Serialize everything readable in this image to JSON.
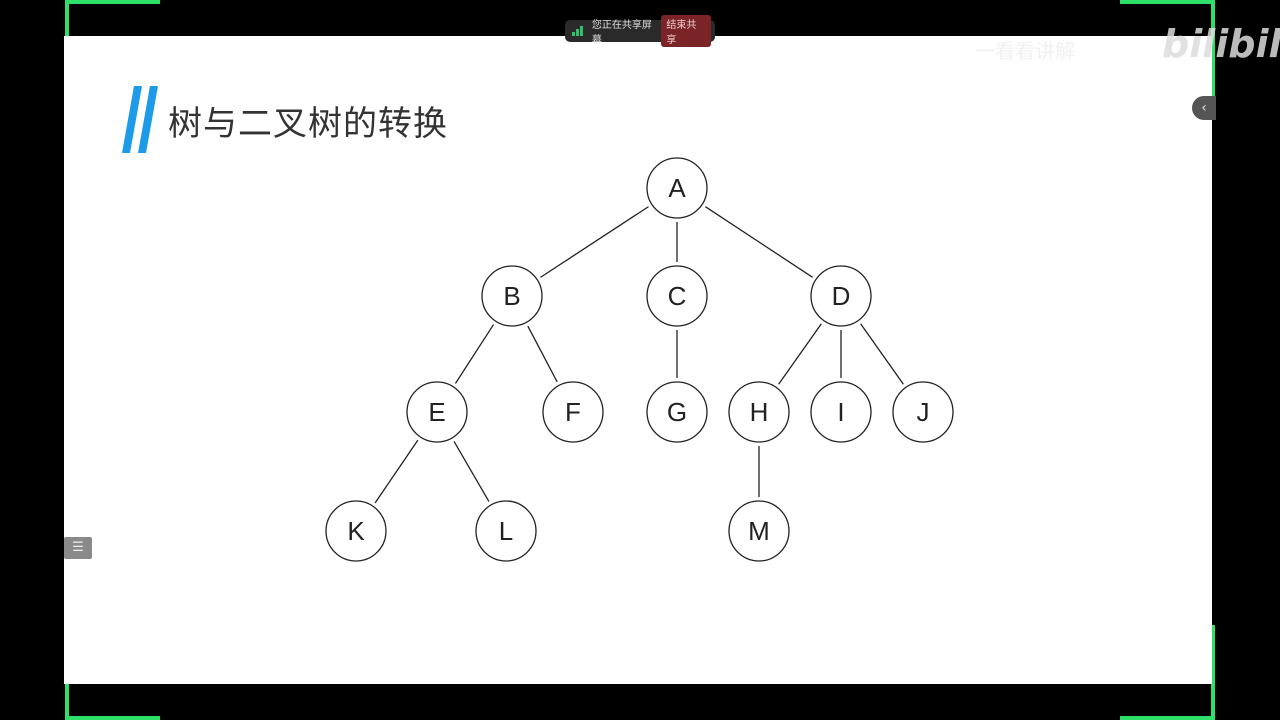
{
  "share_bar": {
    "status": "您正在共享屏幕",
    "stop_label": "结束共享",
    "accent": "#2ec36b"
  },
  "watermark": {
    "text": "一看看讲解",
    "logo": "bilibili"
  },
  "slide": {
    "title": "树与二叉树的转换",
    "title_bar_color": "#1e9be8"
  },
  "tree": {
    "nodes": [
      "A",
      "B",
      "C",
      "D",
      "E",
      "F",
      "G",
      "H",
      "I",
      "J",
      "K",
      "L",
      "M"
    ],
    "edges": [
      [
        "A",
        "B"
      ],
      [
        "A",
        "C"
      ],
      [
        "A",
        "D"
      ],
      [
        "B",
        "E"
      ],
      [
        "B",
        "F"
      ],
      [
        "C",
        "G"
      ],
      [
        "D",
        "H"
      ],
      [
        "D",
        "I"
      ],
      [
        "D",
        "J"
      ],
      [
        "E",
        "K"
      ],
      [
        "E",
        "L"
      ],
      [
        "H",
        "M"
      ]
    ]
  },
  "icons": {
    "collapse": "chevron-left-icon",
    "toc": "list-icon",
    "signal": "signal-icon"
  }
}
